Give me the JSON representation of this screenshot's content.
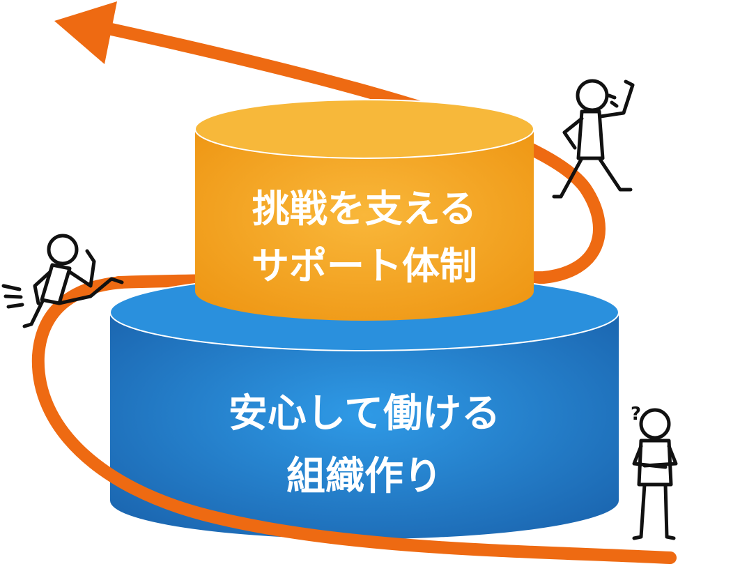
{
  "diagram": {
    "tiers": [
      {
        "lines": [
          "挑戦を支える",
          "サポート体制"
        ],
        "color": "#f3a21a",
        "color_light": "#f7b83a"
      },
      {
        "lines": [
          "安心して働ける",
          "組織作り"
        ],
        "color": "#1f79c6",
        "color_light": "#2a90dd"
      }
    ],
    "arrow_color": "#ee6a12",
    "figures": [
      {
        "icon": "flexing-person-icon"
      },
      {
        "icon": "running-person-icon"
      },
      {
        "icon": "thinking-person-icon"
      }
    ],
    "question_mark": "?"
  }
}
